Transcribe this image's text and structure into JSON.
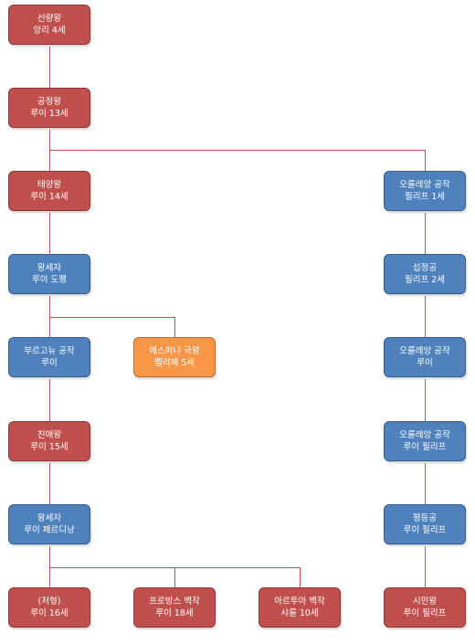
{
  "colors": {
    "red": "#c0504d",
    "blue": "#4f81bd",
    "orange": "#f79646",
    "red_connector": "#c0504d",
    "blue_connector": "#4f81bd"
  },
  "nodes": [
    {
      "id": "n1",
      "lines": [
        "선량왕",
        "앙리 4세"
      ]
    },
    {
      "id": "n2",
      "lines": [
        "공정왕",
        "루이 13세"
      ]
    },
    {
      "id": "n3",
      "lines": [
        "태양왕",
        "루이 14세"
      ]
    },
    {
      "id": "n4",
      "lines": [
        "왕세자",
        "루이 도팽"
      ]
    },
    {
      "id": "n5",
      "lines": [
        "부르고뉴 공작",
        "루이"
      ]
    },
    {
      "id": "n6",
      "lines": [
        "에스파냐 국왕",
        "펠리페 5세"
      ]
    },
    {
      "id": "n7",
      "lines": [
        "친애왕",
        "루이 15세"
      ]
    },
    {
      "id": "n8",
      "lines": [
        "왕세자",
        "루이 페르디낭"
      ]
    },
    {
      "id": "n9",
      "lines": [
        "(처형)",
        "루이 16세"
      ]
    },
    {
      "id": "n10",
      "lines": [
        "프로방스 백작",
        "루이 18세"
      ]
    },
    {
      "id": "n11",
      "lines": [
        "아르투아 백작",
        "샤를 10세"
      ]
    },
    {
      "id": "n12",
      "lines": [
        "오를레앙 공작",
        "필리프 1세"
      ]
    },
    {
      "id": "n13",
      "lines": [
        "섭정공",
        "필리프 2세"
      ]
    },
    {
      "id": "n14",
      "lines": [
        "오를레앙 공작",
        "루이"
      ]
    },
    {
      "id": "n15",
      "lines": [
        "오를레앙 공작",
        "루이 필리프"
      ]
    },
    {
      "id": "n16",
      "lines": [
        "평등공",
        "루이 필리프"
      ]
    },
    {
      "id": "n17",
      "lines": [
        "시민왕",
        "루이 필리프"
      ]
    }
  ]
}
